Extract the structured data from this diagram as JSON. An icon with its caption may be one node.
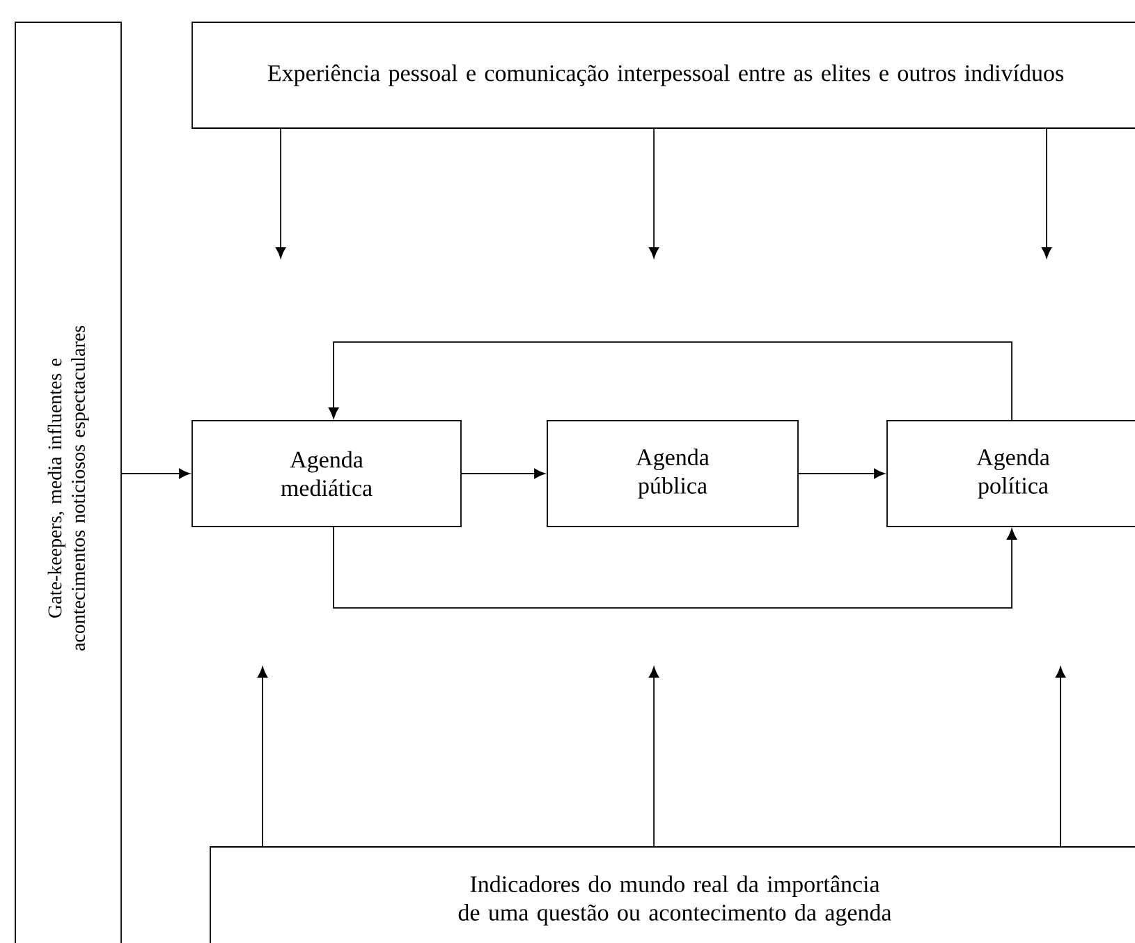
{
  "diagram": {
    "nodes": [
      {
        "text": [
          "Experiência pessoal e comunicação interpessoal entre as elites e outros indivíduos"
        ]
      },
      {
        "text": [
          "Gate-keepers, media influentes e acontecimentos noticiosos espectaculares"
        ]
      },
      {
        "text": [
          "Agenda mediática"
        ]
      },
      {
        "text": [
          "Agenda pública"
        ]
      },
      {
        "text": [
          "Agenda política"
        ]
      },
      {
        "text": [
          "Indicadores do mundo real da importância de uma questão ou acontecimento da agenda"
        ]
      }
    ],
    "edges": [
      {
        "from": 1,
        "to": 2,
        "arrow": "to"
      },
      {
        "from": 2,
        "to": 3,
        "arrow": "to"
      },
      {
        "from": 3,
        "to": 4,
        "arrow": "to"
      },
      {
        "from": 4,
        "to": 2,
        "arrow": "to"
      },
      {
        "from": 2,
        "to": 4,
        "arrow": "to"
      },
      {
        "from": 0,
        "to": null,
        "arrow": "to"
      },
      {
        "from": 0,
        "to": null,
        "arrow": "to"
      },
      {
        "from": 0,
        "to": null,
        "arrow": "to"
      },
      {
        "from": 5,
        "to": null,
        "arrow": "to"
      },
      {
        "from": 5,
        "to": null,
        "arrow": "to"
      },
      {
        "from": 5,
        "to": null,
        "arrow": "to"
      }
    ]
  }
}
